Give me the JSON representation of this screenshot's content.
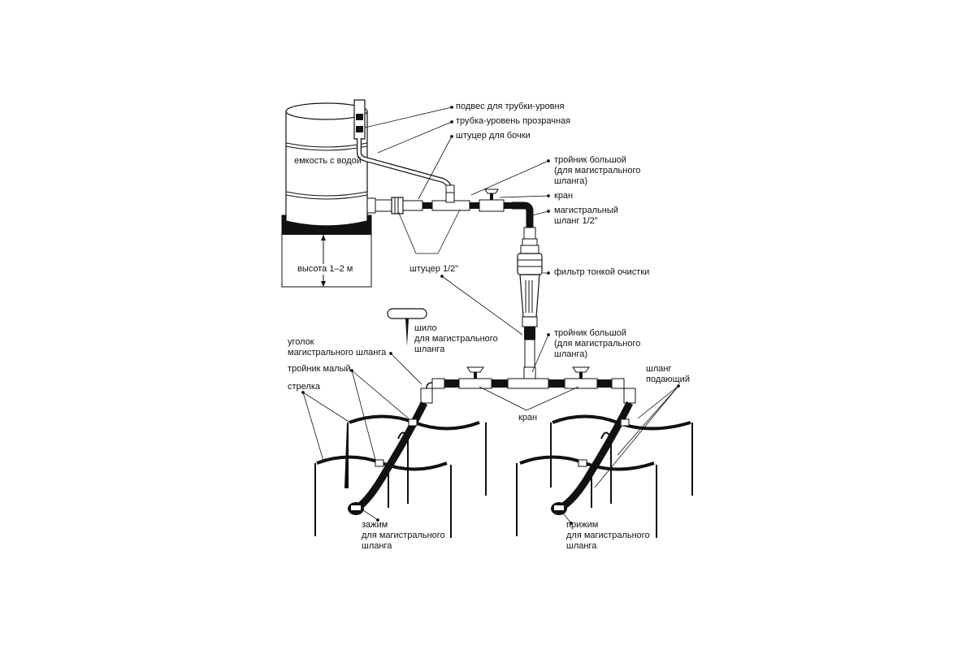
{
  "labels": {
    "hanger": "подвес для трубки-уровня",
    "level_tube": "трубка-уровень прозрачная",
    "barrel_fitting": "штуцер для бочки",
    "tee_big_top_1": "тройник большой",
    "tee_big_top_2": "(для магистрального",
    "tee_big_top_3": "шланга)",
    "valve": "кран",
    "main_hose_1": "магистральный",
    "main_hose_2": "шланг 1/2\"",
    "water_tank": "емкость с водой",
    "fitting_half": "штуцер 1/2\"",
    "fine_filter": "фильтр тонкой очистки",
    "height": "высота 1–2 м",
    "awl_1": "шило",
    "awl_2": "для магистрального",
    "awl_3": "шланга",
    "tee_big_mid_1": "тройник большой",
    "tee_big_mid_2": "(для магистрального",
    "tee_big_mid_3": "шланга)",
    "elbow_1": "уголок",
    "elbow_2": "магистрального шланга",
    "tee_small": "тройник малый",
    "arrow_dripper": "стрелка",
    "feed_hose_1": "шланг",
    "feed_hose_2": "подающий",
    "valve_bottom": "кран",
    "clamp_1": "зажим",
    "clamp_2": "для магистрального",
    "clamp_3": "шланга",
    "press_1": "прижим",
    "press_2": "для магистрального",
    "press_3": "шланга"
  }
}
